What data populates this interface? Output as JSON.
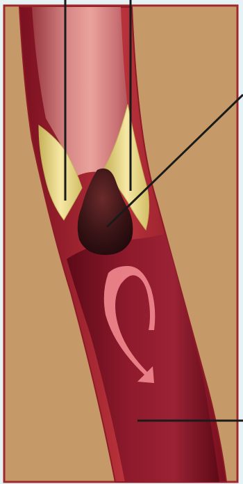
{
  "diagram": {
    "colors": {
      "page_background": "#e6f2f4",
      "panel_tissue": "#c59a68",
      "panel_border": "#a0282c",
      "vessel_wall": "#8e1a28",
      "vessel_wall_outer": "#b8323a",
      "lumen_upper_light": "#e89590",
      "lumen_upper_dark": "#9a3a42",
      "lumen_lower": "#8a1428",
      "lumen_lower_dark": "#6a0c1c",
      "plaque_fill": "#f2e296",
      "plaque_edge": "#c6b25a",
      "clot": "#3a1416",
      "clot_highlight": "#6a2a2a",
      "flow_arrow": "#f28a90",
      "leader_line": "#1a1a1a"
    },
    "components": [
      "artery-wall",
      "plaque-deposit-left",
      "plaque-deposit-right",
      "blood-clot",
      "turbulent-blood-flow",
      "vessel-lumen"
    ],
    "label_text": []
  }
}
